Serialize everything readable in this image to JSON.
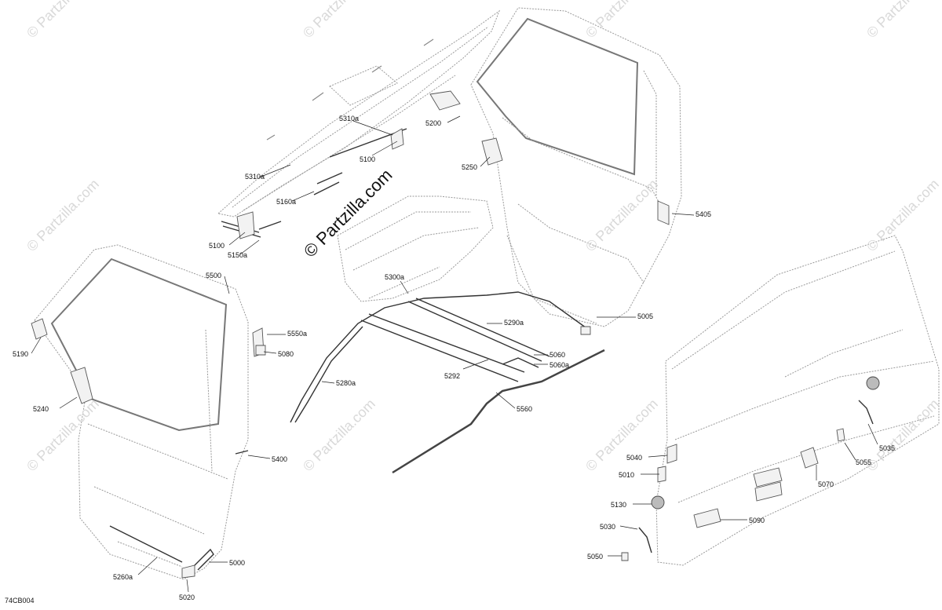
{
  "diagram": {
    "drawing_code": "74CB004",
    "brand_watermark": "© Partzilla.com",
    "faint_watermark": "© Partzilla.com",
    "callouts": [
      {
        "id": "5310a-top",
        "text": "5310a"
      },
      {
        "id": "5100-top",
        "text": "5100"
      },
      {
        "id": "5200",
        "text": "5200"
      },
      {
        "id": "5250",
        "text": "5250"
      },
      {
        "id": "5310a-left",
        "text": "5310a"
      },
      {
        "id": "5160a",
        "text": "5160a"
      },
      {
        "id": "5100-left",
        "text": "5100"
      },
      {
        "id": "5150a",
        "text": "5150a"
      },
      {
        "id": "5405",
        "text": "5405"
      },
      {
        "id": "5500",
        "text": "5500"
      },
      {
        "id": "5300a",
        "text": "5300a"
      },
      {
        "id": "5005",
        "text": "5005"
      },
      {
        "id": "5550a",
        "text": "5550a"
      },
      {
        "id": "5290a",
        "text": "5290a"
      },
      {
        "id": "5190",
        "text": "5190"
      },
      {
        "id": "5080",
        "text": "5080"
      },
      {
        "id": "5060",
        "text": "5060"
      },
      {
        "id": "5060a",
        "text": "5060a"
      },
      {
        "id": "5292",
        "text": "5292"
      },
      {
        "id": "5280a",
        "text": "5280a"
      },
      {
        "id": "5240",
        "text": "5240"
      },
      {
        "id": "5560",
        "text": "5560"
      },
      {
        "id": "5035",
        "text": "5035"
      },
      {
        "id": "5400",
        "text": "5400"
      },
      {
        "id": "5040",
        "text": "5040"
      },
      {
        "id": "5055",
        "text": "5055"
      },
      {
        "id": "5010",
        "text": "5010"
      },
      {
        "id": "5070",
        "text": "5070"
      },
      {
        "id": "5130",
        "text": "5130"
      },
      {
        "id": "5090",
        "text": "5090"
      },
      {
        "id": "5030",
        "text": "5030"
      },
      {
        "id": "5000",
        "text": "5000"
      },
      {
        "id": "5050",
        "text": "5050"
      },
      {
        "id": "5260a",
        "text": "5260a"
      },
      {
        "id": "5020",
        "text": "5020"
      }
    ]
  }
}
